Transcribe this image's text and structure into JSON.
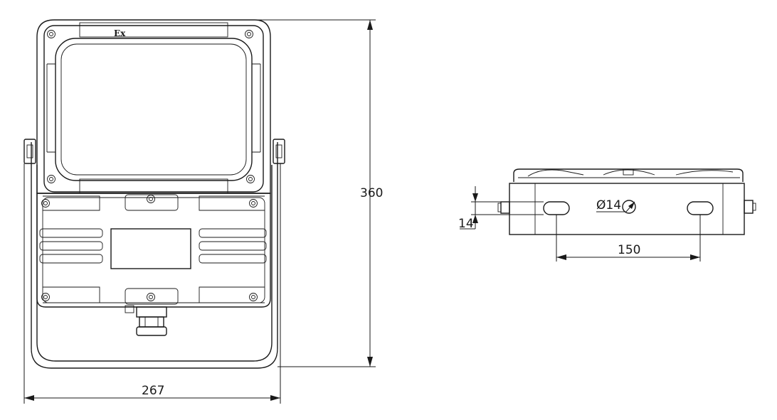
{
  "front_view": {
    "marking": "Ex",
    "height_dimension": "360",
    "width_dimension": "267"
  },
  "side_view": {
    "hole_diameter_dimension": "Ø14",
    "slot_width_dimension": "14",
    "hole_spacing_dimension": "150"
  }
}
